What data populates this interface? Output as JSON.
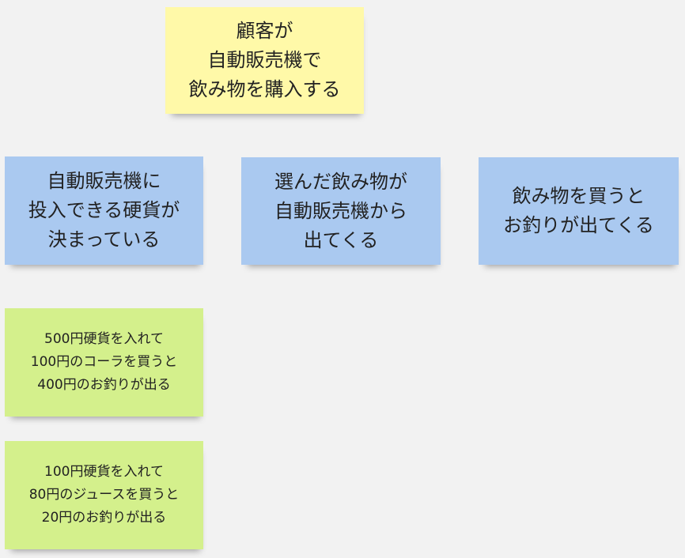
{
  "notes": {
    "goal": {
      "text": "顧客が\n自動販売機で\n飲み物を購入する",
      "color": "#fff9a8"
    },
    "rule_coins": {
      "text": "自動販売機に\n投入できる硬貨が\n決まっている",
      "color": "#aac9f0"
    },
    "rule_dispense": {
      "text": "選んだ飲み物が\n自動販売機から\n出てくる",
      "color": "#aac9f0"
    },
    "rule_change": {
      "text": "飲み物を買うと\nお釣りが出てくる",
      "color": "#aac9f0"
    },
    "example_500": {
      "text": "500円硬貨を入れて\n100円のコーラを買うと\n400円のお釣りが出る",
      "color": "#d4f08c"
    },
    "example_100": {
      "text": "100円硬貨を入れて\n80円のジュースを買うと\n20円のお釣りが出る",
      "color": "#d4f08c"
    }
  }
}
